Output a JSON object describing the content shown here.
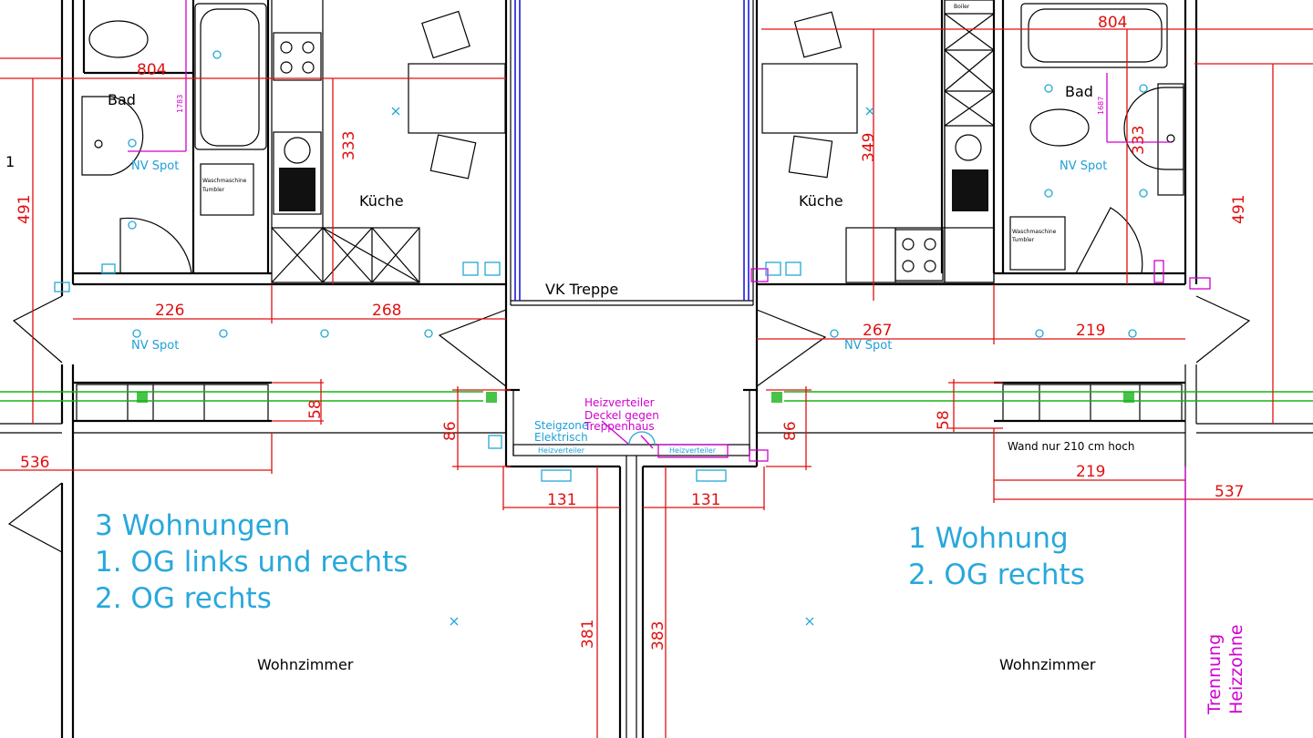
{
  "rooms": {
    "bad_left": "Bad",
    "bad_right": "Bad",
    "kueche_left": "Küche",
    "kueche_right": "Küche",
    "treppe": "VK Treppe",
    "wohnzimmer_left": "Wohnzimmer",
    "wohnzimmer_right": "Wohnzimmer"
  },
  "labels": {
    "nv_spot": "NV Spot",
    "waschmaschine_1": "Waschmaschine",
    "waschmaschine_2": "Tumbler",
    "boiler": "Boiler",
    "wand_hinweis": "Wand nur 210 cm hoch",
    "heizverteiler": "Heizverteiler",
    "heizverteiler_deckel_1": "Heizverteiler",
    "heizverteiler_deckel_2": "Deckel gegen",
    "heizverteiler_deckel_3": "Treppenhaus",
    "steigzone_1": "Steigzone",
    "steigzone_2": "Elektrisch",
    "trennung_1": "Trennung",
    "trennung_2": "Heizzohne",
    "edge_marker": "1"
  },
  "dimensions": {
    "d804_left": "804",
    "d804_right": "804",
    "d333_left": "333",
    "d349": "349",
    "d333_right": "333",
    "d491_left": "491",
    "d491_right": "491",
    "d1783": "1783",
    "d1687": "1687",
    "d226": "226",
    "d268": "268",
    "d267": "267",
    "d219_top": "219",
    "d219_bottom": "219",
    "d58_left": "58",
    "d58_right": "58",
    "d86_left": "86",
    "d86_right": "86",
    "d536": "536",
    "d537": "537",
    "d131_left": "131",
    "d131_right": "131",
    "d381": "381",
    "d383": "383"
  },
  "notes": {
    "left_line_1": "3 Wohnungen",
    "left_line_2": "1. OG links und rechts",
    "left_line_3": "2. OG rechts",
    "right_line_1": "1 Wohnung",
    "right_line_2": "2. OG rechts"
  },
  "colors": {
    "walls": "#000000",
    "dimensions": "#e01010",
    "annotations": "#28a8dc",
    "heating": "#d000d0",
    "windows": "#19b419",
    "stair_frame": "#1a1ad8"
  }
}
